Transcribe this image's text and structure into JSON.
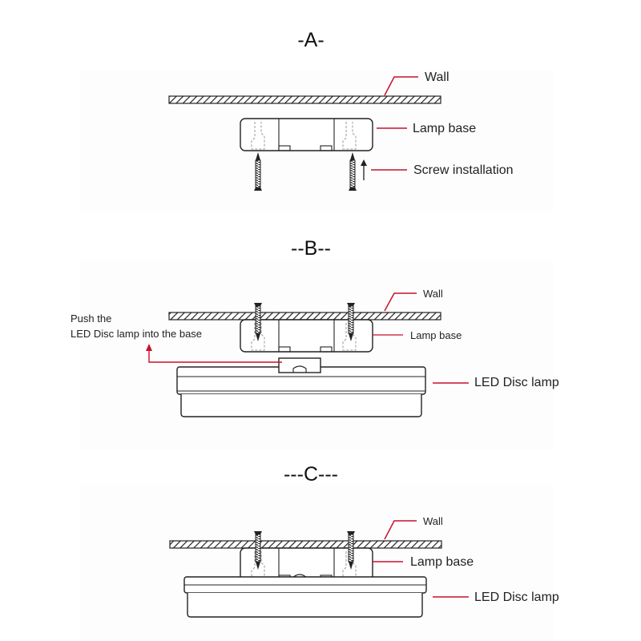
{
  "colors": {
    "leader": "#c8102e",
    "ink": "#222222",
    "hatch": "#222222"
  },
  "steps": [
    {
      "title": "-A-",
      "labels": {
        "wall": "Wall",
        "lamp_base": "Lamp base",
        "screw": "Screw installation"
      }
    },
    {
      "title": "--B--",
      "labels": {
        "wall": "Wall",
        "lamp_base": "Lamp base",
        "led_lamp": "LED Disc lamp",
        "push_line1": "Push the",
        "push_line2": "LED Disc lamp into the base"
      }
    },
    {
      "title": "---C---",
      "labels": {
        "wall": "Wall",
        "lamp_base": "Lamp base",
        "led_lamp": "LED Disc lamp"
      }
    }
  ]
}
